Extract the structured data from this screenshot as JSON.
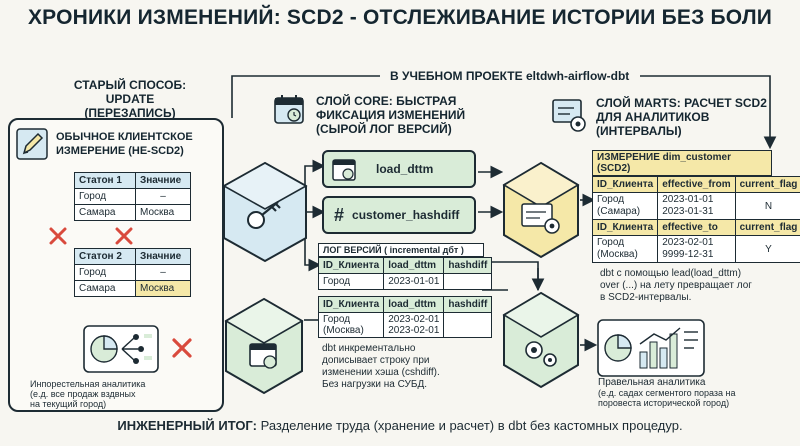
{
  "title": "ХРОНИКИ ИЗМЕНЕНИЙ: SCD2 - ОТСЛЕЖИВАНИЕ ИСТОРИИ БЕЗ БОЛИ",
  "project_label": "В УЧЕБНОМ ПРОЕКТЕ eltdwh-airflow-dbt",
  "old_way": {
    "header_line1": "СТАРЫЙ СПОСОБ:",
    "header_line2": "UPDATE (ПЕРЕЗАПИСЬ)",
    "subheader_line1": "ОБЫЧНОЕ КЛИЕНТСКОЕ",
    "subheader_line2": "ИЗМЕРЕНИЕ (НЕ-SCD2)",
    "table1": {
      "h1": "Статон 1",
      "h2": "Значние",
      "r1c1": "Город",
      "r1c2": "–",
      "r2c1": "Самара",
      "r2c2": "Москва"
    },
    "table2": {
      "h1": "Статон 2",
      "h2": "Значние",
      "r1c1": "Город",
      "r1c2": "–",
      "r2c1": "Самара",
      "r2c2": "Москва"
    },
    "caption_line1": "Инпорестельная аналитика",
    "caption_line2": "(е.д. все продаж вздвных",
    "caption_line3": "на текущий город)"
  },
  "core": {
    "header_line1": "СЛОЙ CORE: БЫСТРАЯ",
    "header_line2": "ФИКСАЦИЯ ИЗМЕНЕНИЙ",
    "header_line3": "(СЫРОЙ ЛОГ ВЕРСИЙ)",
    "pill1": "load_dttm",
    "pill2": "customer_hashdiff",
    "log_title": "ЛОГ ВЕРСИЙ ( incremental дбт )",
    "log_cols": {
      "c1": "ID_Клиента",
      "c2": "load_dttm",
      "c3": "hashdiff"
    },
    "log_row": {
      "c1": "Город",
      "c2": "2023-01-01",
      "c3": ""
    },
    "log2_cols": {
      "c1": "ID_Клиента",
      "c2": "load_dttm",
      "c3": "hashdiff"
    },
    "log2_row": {
      "c1a": "Город",
      "c1b": "(Москва)",
      "c2a": "2023-02-01",
      "c2b": "2023-02-01"
    },
    "note_line1": "dbt инкрементально",
    "note_line2": "дописывает строку при",
    "note_line3": "изменении хэша (cshdiff).",
    "note_line4": "Без нагрузки на СУБД."
  },
  "marts": {
    "header_line1": "СЛОЙ MARTS: РАСЧЕТ SCD2",
    "header_line2": "ДЛЯ АНАЛИТИКОВ",
    "header_line3": "(ИНТЕРВАЛЫ)",
    "dim_title": "ИЗМЕРЕНИЕ dim_customer (SCD2)",
    "h_a": {
      "c1": "ID_Клиента",
      "c2": "effective_from",
      "c3": "current_flag"
    },
    "r1": {
      "c1a": "Город",
      "c1b": "(Самара)",
      "c2a": "2023-01-01",
      "c2b": "2023-01-31",
      "c3": "N"
    },
    "h_b": {
      "c1": "ID_Клиента",
      "c2": "effective_to",
      "c3": "current_flag"
    },
    "r2": {
      "c1a": "Город",
      "c1b": "(Москва)",
      "c2a": "2023-02-01",
      "c2b": "9999-12-31",
      "c3": "Y"
    },
    "note_line1": "dbt с помощью lead(load_dttm)",
    "note_line2": "over (...) на лету превращает лог",
    "note_line3": "в SCD2-интервалы.",
    "caption_line1": "Правельная аналитика",
    "caption_line2": "(е.д. садах сегментого пораза на",
    "caption_line3": "поровеста исторической город)"
  },
  "footer": {
    "bold": "ИНЖЕНЕРНЫЙ ИТОГ:",
    "text": " Разделение труда (хранение и расчет) в dbt без кастомных процедур."
  },
  "colors": {
    "blue": "#d6e9f2",
    "green": "#d9ecd8",
    "yellow": "#f5e8a8",
    "red": "#d94a3d",
    "ink": "#1d2b33"
  }
}
